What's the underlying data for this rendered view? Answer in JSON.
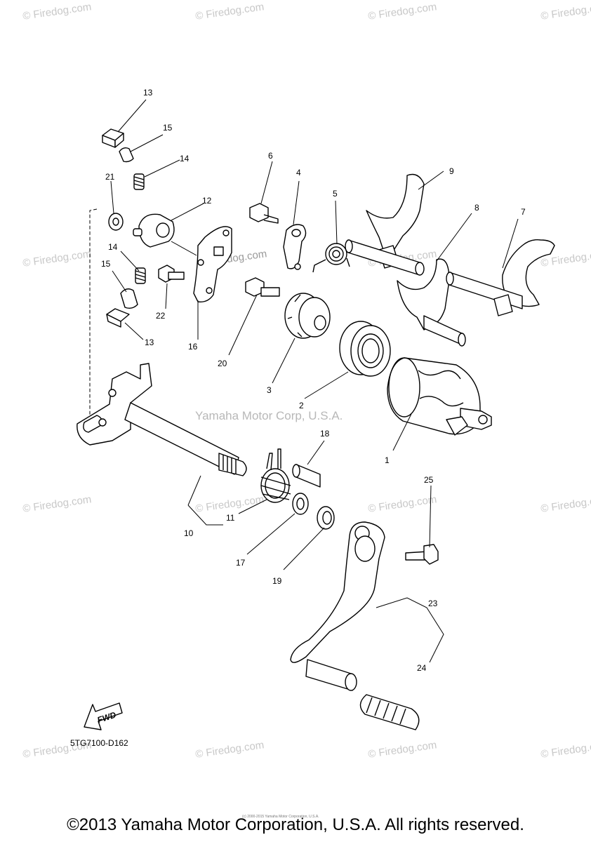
{
  "watermark": "© Firedog.com",
  "center_watermark": "Yamaha Motor Corp, U.S.A.",
  "diagram_code": "5TG7100-D162",
  "fwd_label": "FWD",
  "fine_print": "(c) 2000-2015 Yamaha Motor Corporation, U.S.A.",
  "copyright": "©2013 Yamaha Motor Corporation, U.S.A. All rights reserved.",
  "callouts": [
    {
      "id": "c1",
      "label": "1"
    },
    {
      "id": "c2",
      "label": "2"
    },
    {
      "id": "c3",
      "label": "3"
    },
    {
      "id": "c4",
      "label": "4"
    },
    {
      "id": "c5",
      "label": "5"
    },
    {
      "id": "c6",
      "label": "6"
    },
    {
      "id": "c7",
      "label": "7"
    },
    {
      "id": "c8",
      "label": "8"
    },
    {
      "id": "c9",
      "label": "9"
    },
    {
      "id": "c10",
      "label": "10"
    },
    {
      "id": "c11",
      "label": "11"
    },
    {
      "id": "c12",
      "label": "12"
    },
    {
      "id": "c13a",
      "label": "13"
    },
    {
      "id": "c13b",
      "label": "13"
    },
    {
      "id": "c14a",
      "label": "14"
    },
    {
      "id": "c14b",
      "label": "14"
    },
    {
      "id": "c15a",
      "label": "15"
    },
    {
      "id": "c15b",
      "label": "15"
    },
    {
      "id": "c16",
      "label": "16"
    },
    {
      "id": "c17",
      "label": "17"
    },
    {
      "id": "c18",
      "label": "18"
    },
    {
      "id": "c19",
      "label": "19"
    },
    {
      "id": "c20",
      "label": "20"
    },
    {
      "id": "c21",
      "label": "21"
    },
    {
      "id": "c22",
      "label": "22"
    },
    {
      "id": "c23",
      "label": "23"
    },
    {
      "id": "c24",
      "label": "24"
    },
    {
      "id": "c25",
      "label": "25"
    }
  ]
}
